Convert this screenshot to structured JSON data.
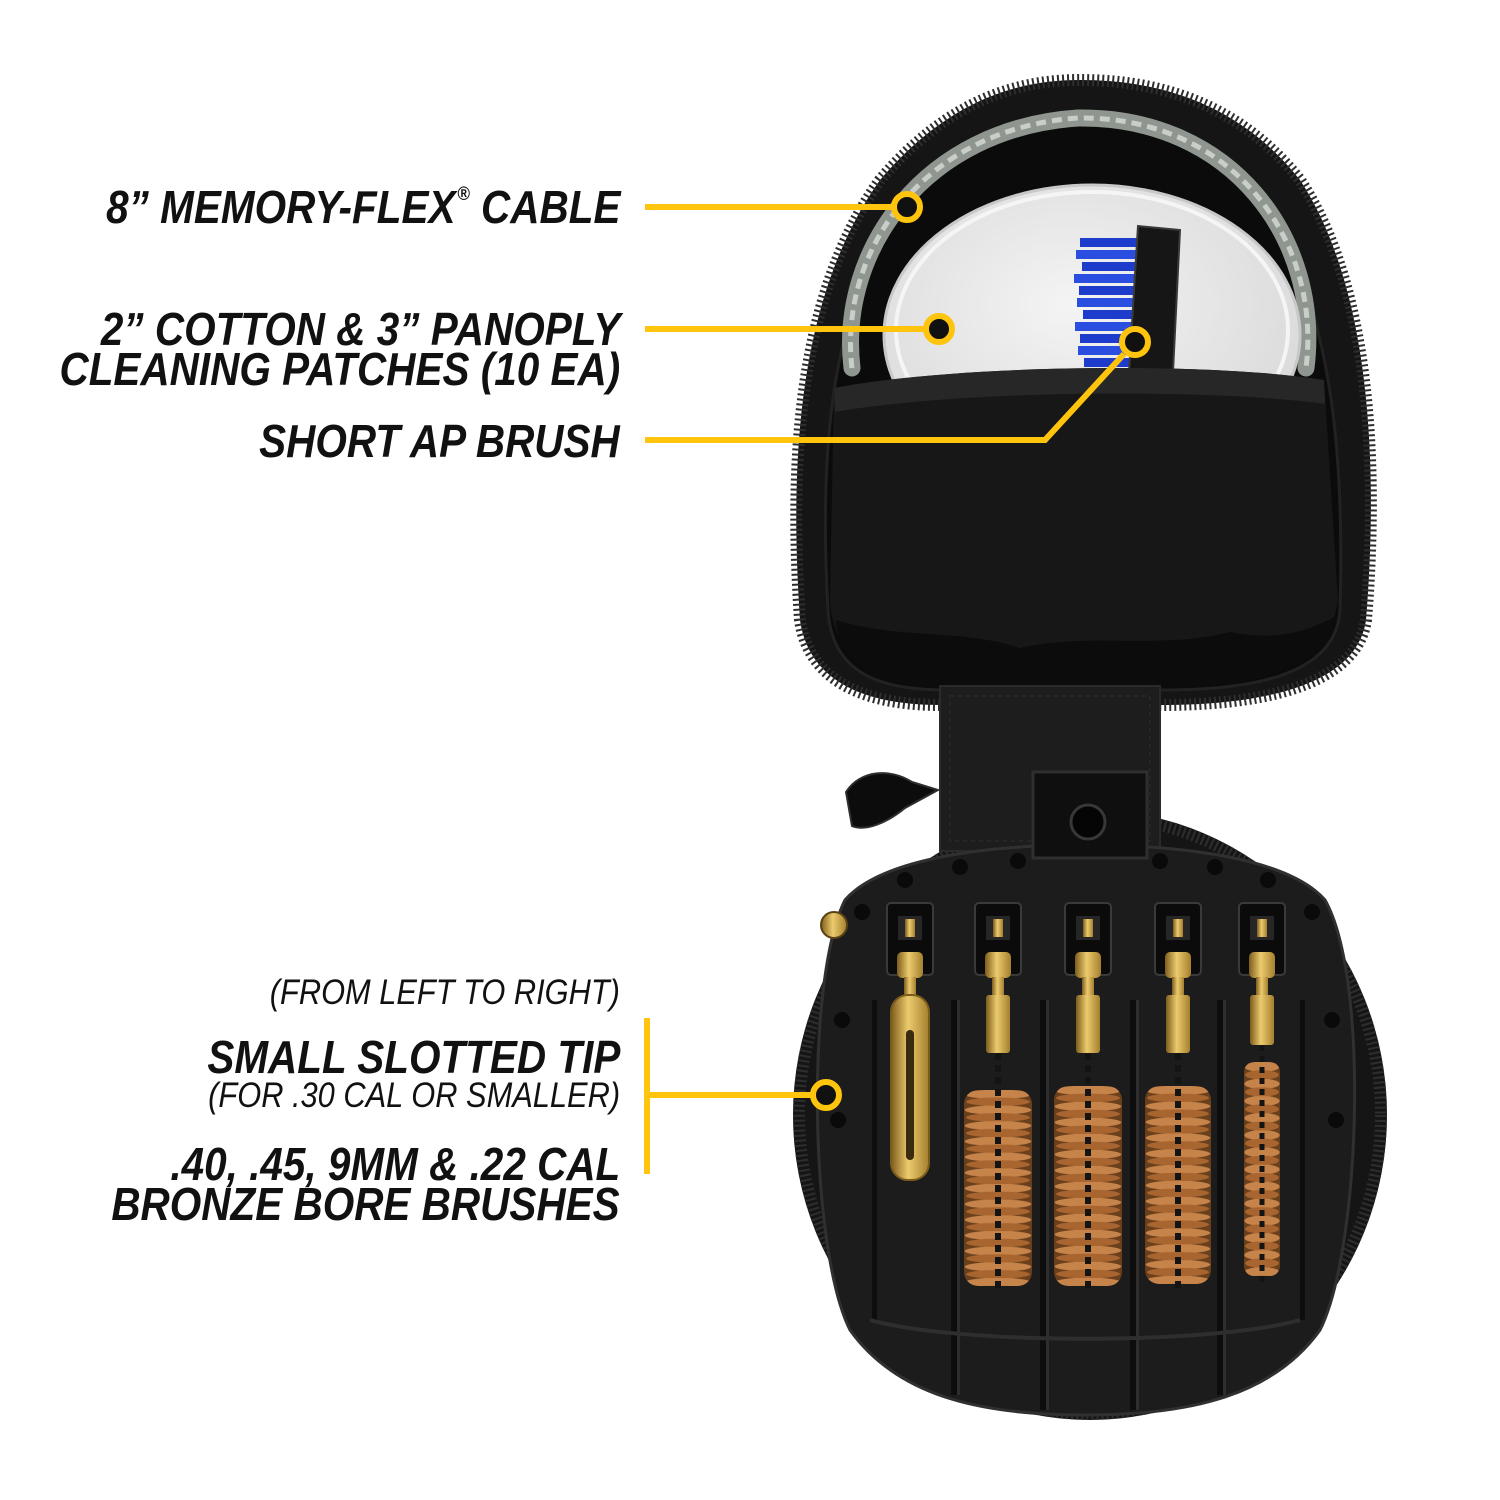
{
  "callouts": {
    "cable": {
      "text_before": "8” MEMORY-FLEX",
      "mark": "®",
      "text_after": " CABLE"
    },
    "patches": {
      "line1": "2” COTTON & 3” PANOPLY",
      "line2": "CLEANING PATCHES (10 EA)"
    },
    "ap_brush": "SHORT AP BRUSH",
    "tray": {
      "order_note": "(FROM LEFT TO RIGHT)",
      "tip": "SMALL SLOTTED TIP",
      "tip_note": "(FOR .30 CAL OR SMALLER)",
      "bore_brushes_line1": ".40, .45, 9MM & .22 CAL",
      "bore_brushes_line2": "BRONZE BORE BRUSHES"
    }
  },
  "colors": {
    "accent": "#FFC40D",
    "text": "#111111",
    "background": "#FFFFFF",
    "pouch": "#151515",
    "ap_brush_bristles": "#1D3CCC",
    "bore_brush_bronze": "#B9743D",
    "brass": "#C9A54A"
  }
}
